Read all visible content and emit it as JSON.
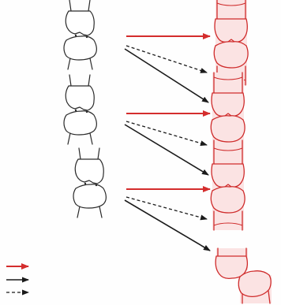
{
  "colors": {
    "arrow_red": "#d42d2d",
    "arrow_black": "#1a1a1a",
    "tooth_outline_red": "#cf2b2b",
    "tooth_fill_pink": "#fbe3e3",
    "tooth_outline_black": "#2a2a2a"
  },
  "rows": [
    {
      "left_figure": "tooth-contact-diagram",
      "right_figure": "tooth-contact-red"
    },
    {
      "left_figure": "tooth-contact-diagram",
      "right_figure": "tooth-contact-red"
    },
    {
      "left_figure": "tooth-contact-diagram",
      "right_figure": "tooth-contact-red"
    }
  ],
  "extra_right_figure": "tooth-contact-red-offset",
  "legend": [
    {
      "style": "solid-red-arrow"
    },
    {
      "style": "solid-black-arrow"
    },
    {
      "style": "dashed-black-arrow"
    }
  ]
}
